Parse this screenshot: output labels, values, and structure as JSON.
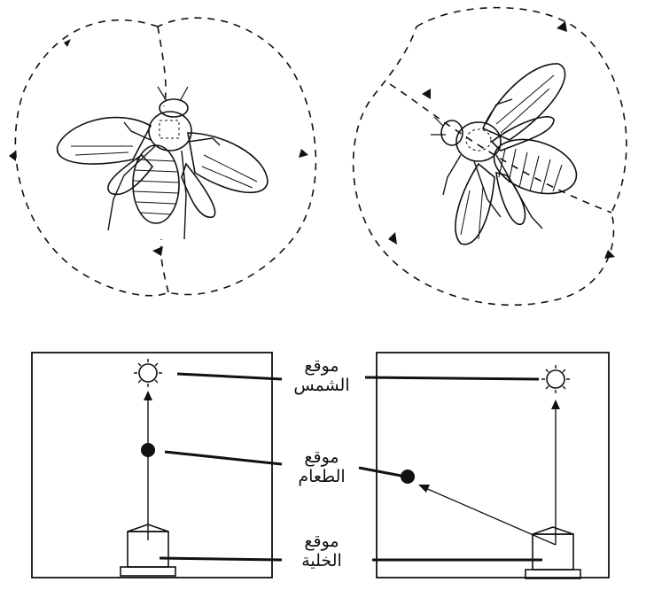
{
  "diagram": {
    "labels": {
      "sun_position": [
        "موقع",
        "الشمس"
      ],
      "food_position": [
        "موقع",
        "الطعام"
      ],
      "hive_position": [
        "موقع",
        "الخلية"
      ]
    },
    "colors": {
      "ink": "#111111",
      "background": "#ffffff"
    }
  }
}
